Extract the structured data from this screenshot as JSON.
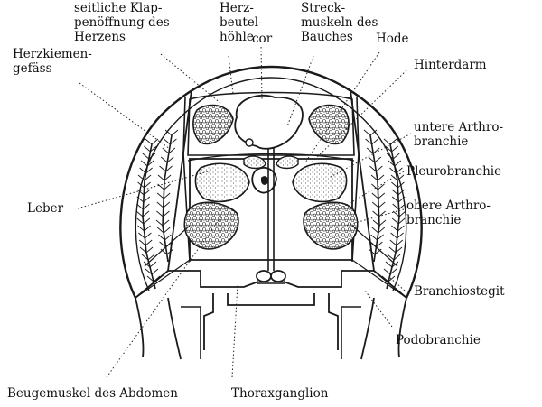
{
  "figure": {
    "labels": {
      "seitliche": [
        "seitliche Klap-",
        "penöffnung des",
        "Herzens"
      ],
      "herzbeutel": [
        "Herz-",
        "beutel-",
        "höhle"
      ],
      "cor": [
        "cor"
      ],
      "streck": [
        "Streck-",
        "muskeln des",
        "Bauches"
      ],
      "hode": [
        "Hode"
      ],
      "herzkiemen": [
        "Herzkiemen-",
        "gefäss"
      ],
      "hinterdarm": [
        "Hinterdarm"
      ],
      "untere": [
        "untere Arthro-",
        "branchie"
      ],
      "pleuro": [
        "Pleurobranchie"
      ],
      "obere": [
        "obere Arthro-",
        "branchie"
      ],
      "leber": [
        "Leber"
      ],
      "branchiostegit": [
        "Branchiostegit"
      ],
      "podobranchie": [
        "Podobranchie"
      ],
      "beugemuskel": [
        "Beugemuskel des Abdomen"
      ],
      "thorax": [
        "Thoraxganglion"
      ]
    }
  }
}
